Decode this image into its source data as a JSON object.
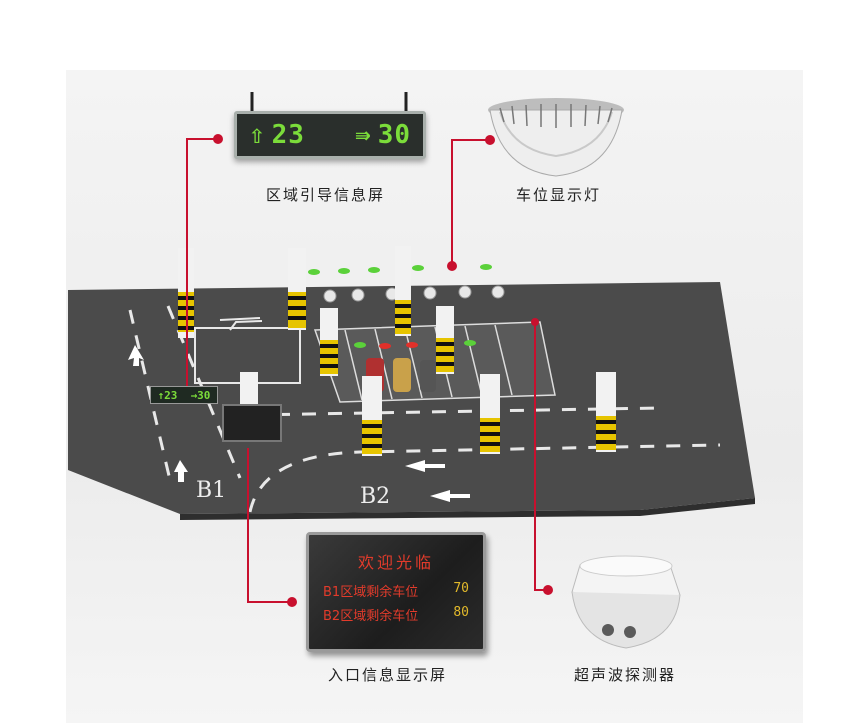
{
  "zone_screen": {
    "left_arrow": "⇧",
    "left_value": "23",
    "right_arrow": "⇛",
    "right_value": "30",
    "label": "区域引导信息屏"
  },
  "space_light": {
    "label": "车位显示灯"
  },
  "entry_screen": {
    "welcome": "欢迎光临",
    "rows": [
      {
        "text": "B1区域剩余车位",
        "value": "70"
      },
      {
        "text": "B2区域剩余车位",
        "value": "80"
      }
    ],
    "label": "入口信息显示屏"
  },
  "ultrasonic_detector": {
    "label": "超声波探测器"
  },
  "floor": {
    "b1": "B1",
    "b2": "B2"
  },
  "mini_sign": {
    "left": "↑23",
    "right": "→30"
  },
  "colors": {
    "callout_red": "#c8102e",
    "led_green": "#7bdc3a",
    "led_red": "#e23b2b",
    "floor_gray": "#4a4a4a"
  }
}
